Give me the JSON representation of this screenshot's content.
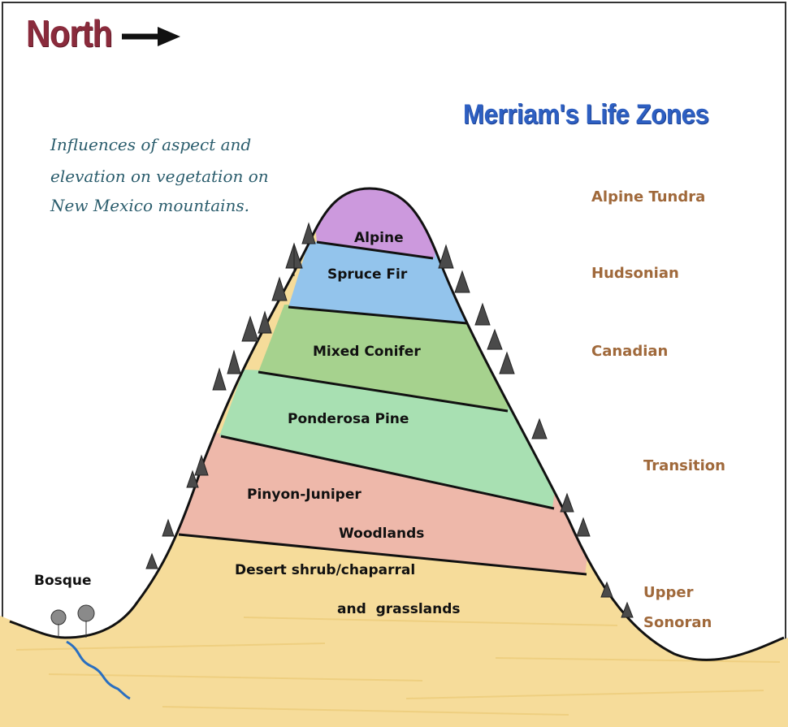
{
  "header": {
    "direction_label": "North",
    "direction_icon": "arrow-right-icon"
  },
  "title": "Merriam's Life Zones",
  "caption": {
    "line1": "Influences of aspect and",
    "line2": "elevation on vegetation on",
    "line3": "New Mexico mountains."
  },
  "vegetation_zones": {
    "alpine": "Alpine",
    "spruce_fir": "Spruce Fir",
    "mixed_conifer": "Mixed Conifer",
    "ponderosa_pine": "Ponderosa Pine",
    "pinyon_juniper_1": "Pinyon-Juniper",
    "pinyon_juniper_2": "Woodlands",
    "desert_1": "Desert shrub/chaparral",
    "desert_2": "and  grasslands"
  },
  "life_zones": {
    "alpine_tundra": "Alpine Tundra",
    "hudsonian": "Hudsonian",
    "canadian": "Canadian",
    "transition": "Transition",
    "upper_sonoran_1": "Upper",
    "upper_sonoran_2": "Sonoran"
  },
  "bosque": "Bosque",
  "colors": {
    "alpine": "#cc99dd",
    "spruce_fir": "#93c4ec",
    "mixed_conifer": "#a6d28e",
    "ponderosa_pine": "#a8e0b2",
    "pinyon_juniper": "#eeb8aa",
    "desert": "#f6dc9a",
    "north_text": "#8a2b3c",
    "title_text": "#2d5fc2",
    "life_zone_text": "#a0693b",
    "caption_text": "#2b5d6d",
    "river": "#2a6fc0"
  }
}
